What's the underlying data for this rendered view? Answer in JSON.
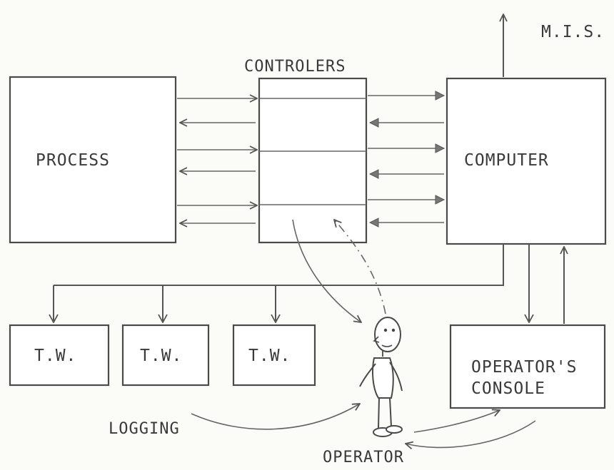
{
  "diagram": {
    "mis_label": "M.I.S.",
    "controllers_label": "CONTROLERS",
    "process_label": "PROCESS",
    "computer_label": "COMPUTER",
    "typewriters": [
      {
        "label": "T.W."
      },
      {
        "label": "T.W."
      },
      {
        "label": "T.W."
      }
    ],
    "console_label_line1": "OPERATOR'S",
    "console_label_line2": "CONSOLE",
    "logging_label": "LOGGING",
    "operator_label": "OPERATOR"
  }
}
